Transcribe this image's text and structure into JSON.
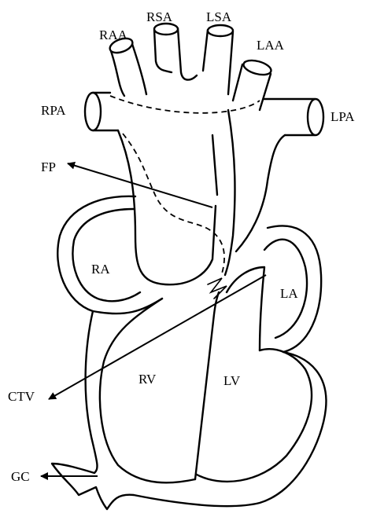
{
  "labels": {
    "raa": "RAA",
    "rsa": "RSA",
    "lsa": "LSA",
    "laa": "LAA",
    "rpa": "RPA",
    "lpa": "LPA",
    "fp": "FP",
    "ra": "RA",
    "la": "LA",
    "rv": "RV",
    "lv": "LV",
    "ctv": "CTV",
    "gc": "GC"
  },
  "colors": {
    "stroke": "#000000",
    "background": "#ffffff"
  }
}
